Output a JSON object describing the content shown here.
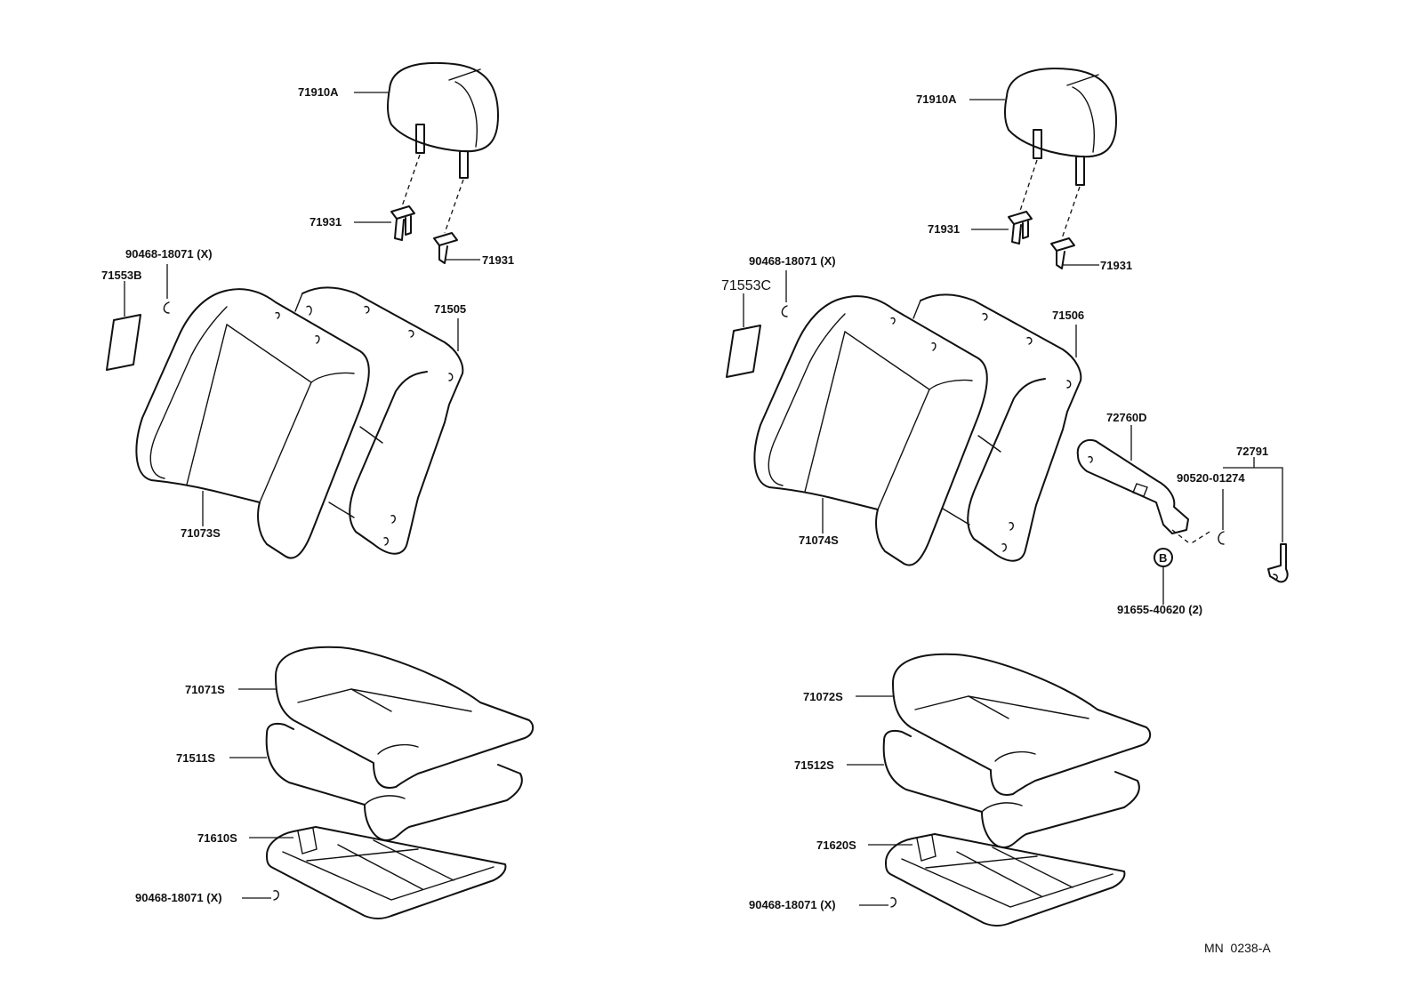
{
  "left_seat": {
    "headrest": "71910A",
    "guide_left": "71931",
    "guide_right": "71931",
    "clip_top": "90468-18071 (X)",
    "pad": "71553B",
    "back_frame": "71505",
    "back_cover": "71073S",
    "cushion_cover": "71071S",
    "cushion_pad": "71511S",
    "cushion_frame": "71610S",
    "clip_bottom": "90468-18071 (X)"
  },
  "right_seat": {
    "headrest": "71910A",
    "guide_left": "71931",
    "guide_right": "71931",
    "clip_top": "90468-18071 (X)",
    "pad": "71553C",
    "back_frame": "71506",
    "back_cover": "71074S",
    "lumbar": "72760D",
    "lumbar_lever": "72791",
    "lever_clip": "90520-01274",
    "bolt_marker": "B",
    "bolt": "91655-40620 (2)",
    "cushion_cover": "71072S",
    "cushion_pad": "71512S",
    "cushion_frame": "71620S",
    "clip_bottom": "90468-18071 (X)"
  },
  "diagram_code": "MN  0238-A"
}
